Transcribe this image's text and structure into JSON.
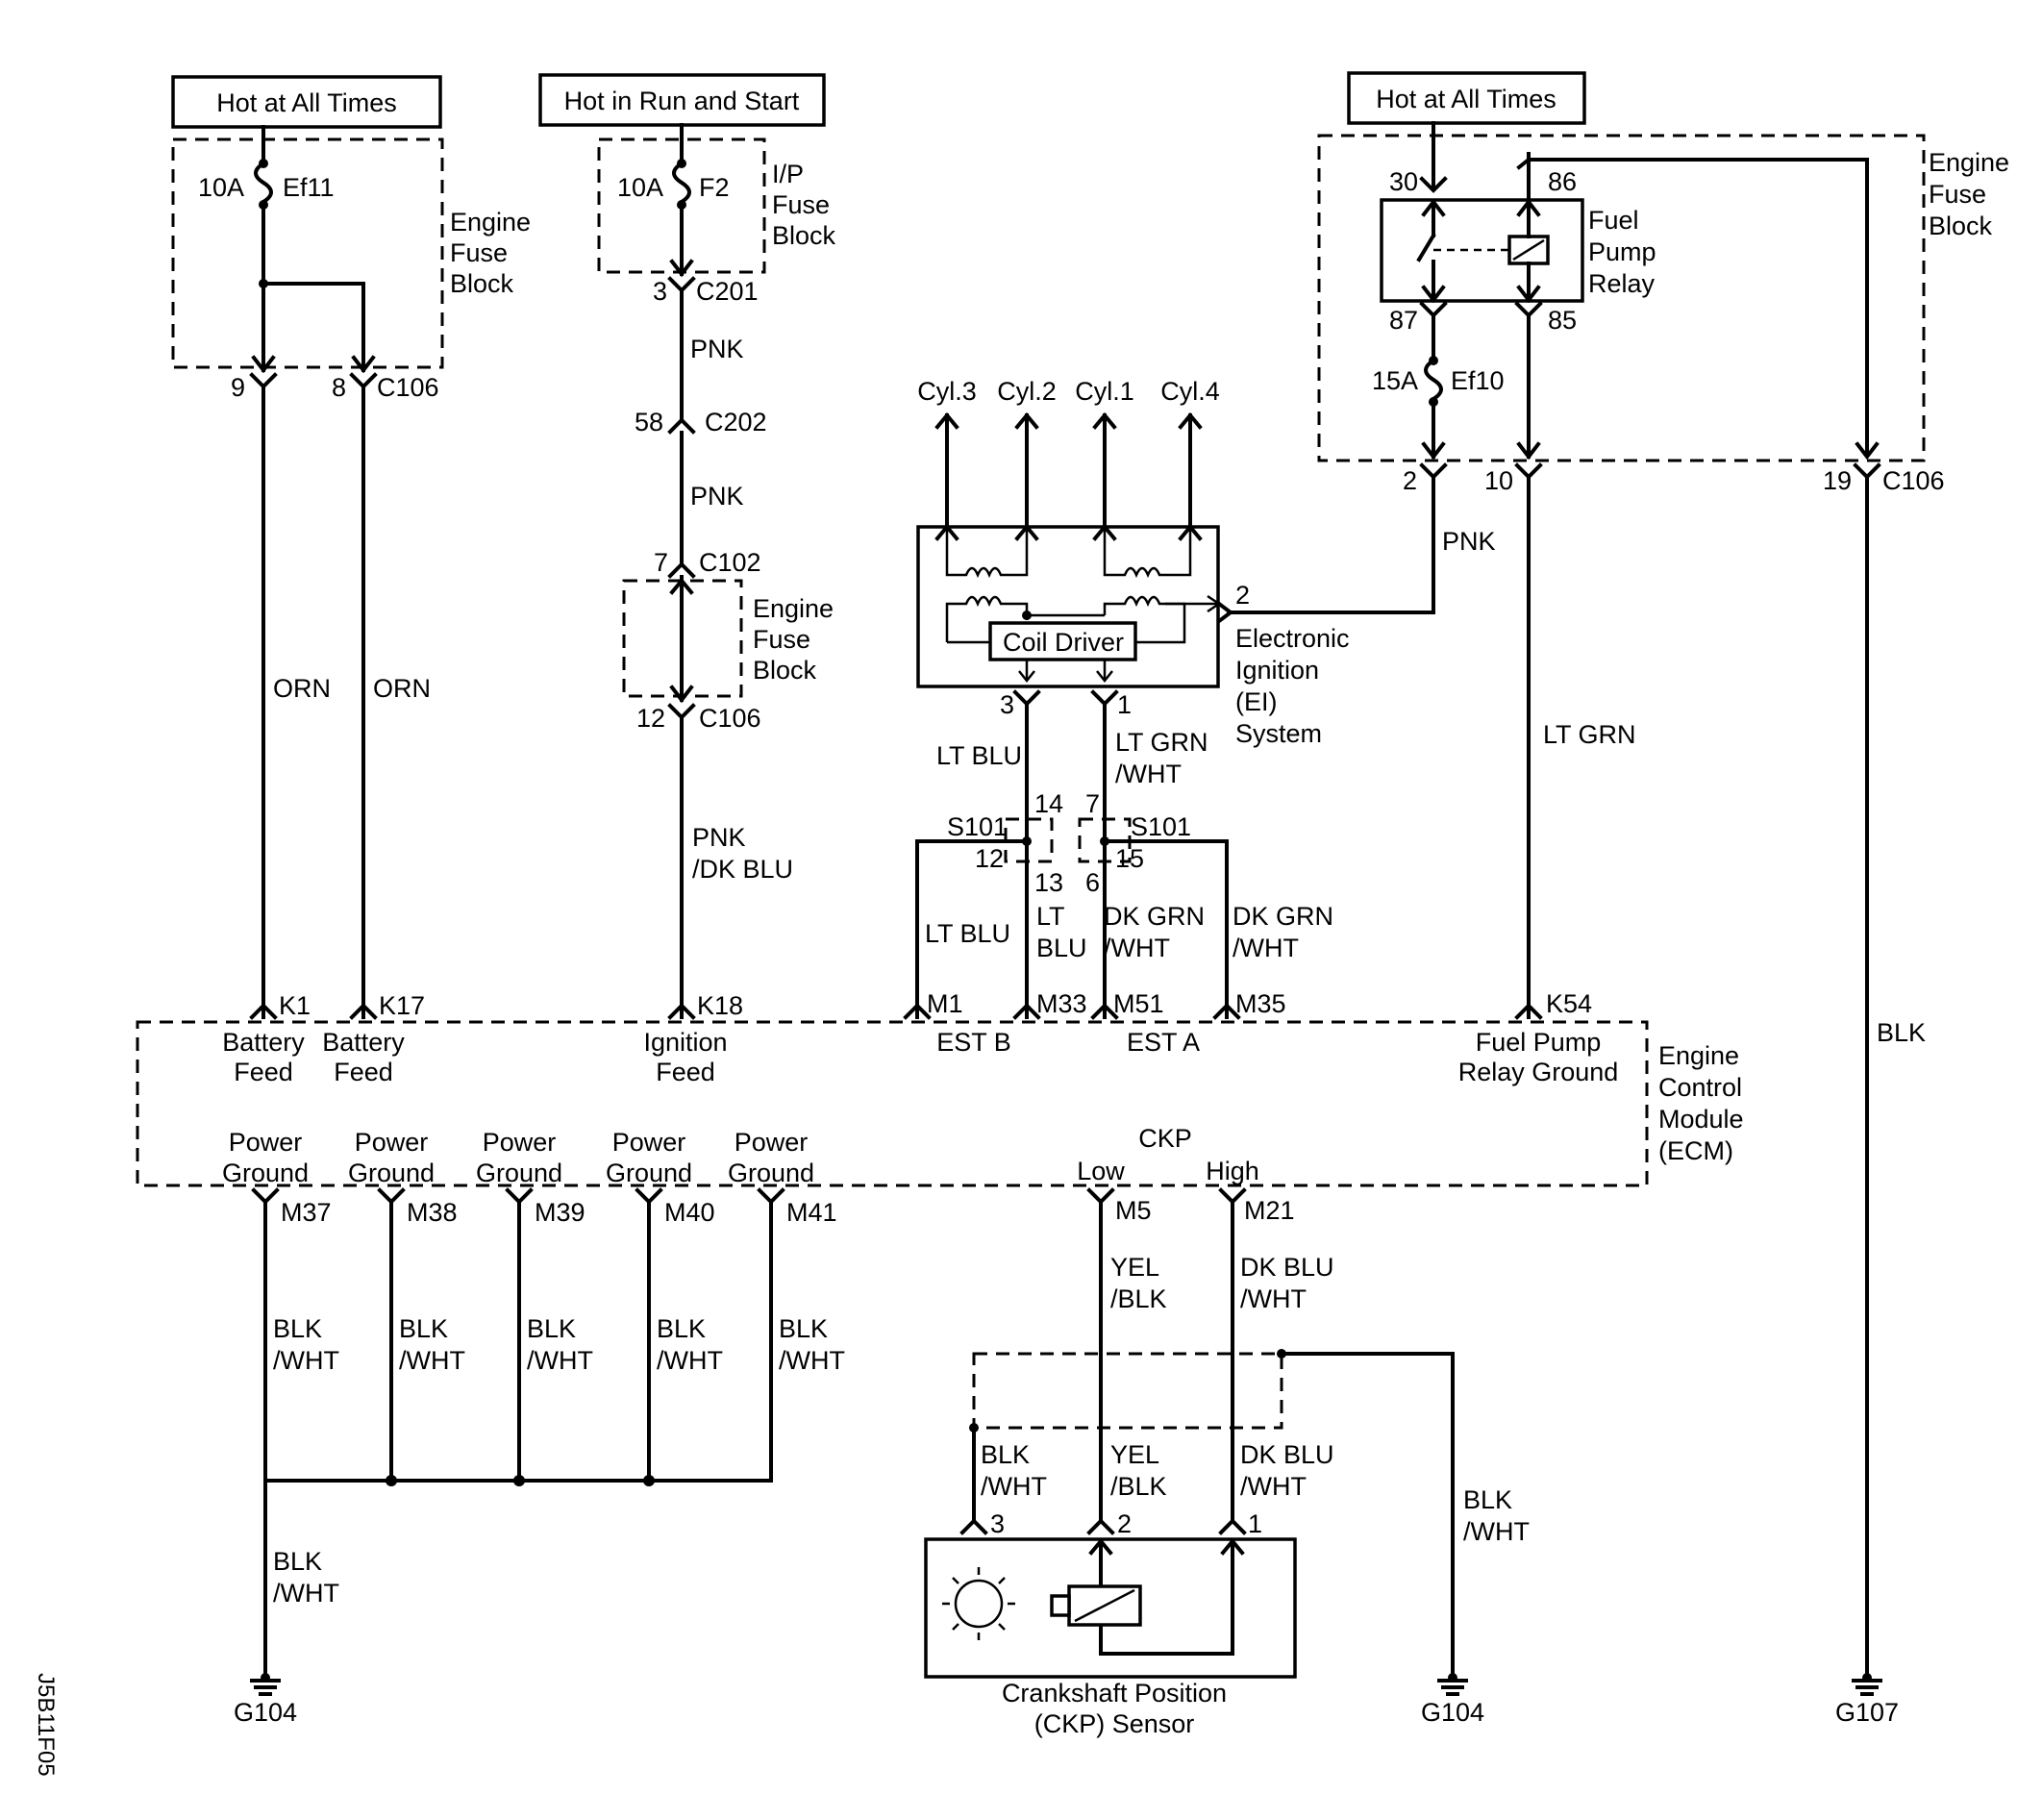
{
  "labels": {
    "hot_all_times_1": "Hot at All Times",
    "hot_run_start": "Hot in Run and Start",
    "hot_all_times_2": "Hot at All Times",
    "engine": "Engine",
    "fuse": "Fuse",
    "block": "Block",
    "ip": "I/P",
    "fuse_10a_1": "10A",
    "ef11": "Ef11",
    "fuse_10a_2": "10A",
    "f2": "F2",
    "fuse_15a": "15A",
    "ef10": "Ef10",
    "relay_30": "30",
    "relay_86": "86",
    "relay_87": "87",
    "relay_85": "85",
    "fuel": "Fuel",
    "pump": "Pump",
    "relay": "Relay",
    "pin_9": "9",
    "pin_8": "8",
    "c106": "C106",
    "pin_3_c201": "3",
    "c201": "C201",
    "pin_58": "58",
    "c202": "C202",
    "pin_7_c102": "7",
    "c102": "C102",
    "pin_12_c106": "12",
    "pin_2_c106": "2",
    "pin_10_c106": "10",
    "pin_19_c106": "19",
    "cyl3": "Cyl.3",
    "cyl2": "Cyl.2",
    "cyl1": "Cyl.1",
    "cyl4": "Cyl.4",
    "coil_driver": "Coil Driver",
    "ei_pin_2": "2",
    "ei_pin_3": "3",
    "ei_pin_1": "1",
    "electronic": "Electronic",
    "ignition": "Ignition",
    "ei": "(EI)",
    "system": "System",
    "pnk": "PNK",
    "orn": "ORN",
    "pnk_dk_blu_1": "PNK",
    "pnk_dk_blu_2": "/DK BLU",
    "lt_blu": "LT BLU",
    "lt_grn_wht_1": "LT GRN",
    "lt_grn_wht_2": "/WHT",
    "lt_grn": "LT GRN",
    "s101": "S101",
    "s101_14": "14",
    "s101_12": "12",
    "s101_13": "13",
    "s101_7": "7",
    "s101_15": "15",
    "s101_6": "6",
    "lt": "LT",
    "blu": "BLU",
    "dk_grn": "DK GRN",
    "wht": "/WHT",
    "blk": "BLK",
    "k1": "K1",
    "k17": "K17",
    "k18": "K18",
    "m1": "M1",
    "m33": "M33",
    "m51": "M51",
    "m35": "M35",
    "k54": "K54",
    "battery": "Battery",
    "feed": "Feed",
    "ignition_feed_1": "Ignition",
    "est_b": "EST B",
    "est_a": "EST A",
    "fuel_pump": "Fuel Pump",
    "relay_ground": "Relay Ground",
    "engine_ecm": "Engine",
    "control": "Control",
    "module": "Module",
    "ecm": "(ECM)",
    "power": "Power",
    "ground": "Ground",
    "ckp": "CKP",
    "low": "Low",
    "high": "High",
    "m37": "M37",
    "m38": "M38",
    "m39": "M39",
    "m40": "M40",
    "m41": "M41",
    "m5": "M5",
    "m21": "M21",
    "yel": "YEL",
    "slash_blk": "/BLK",
    "dk_blu": "DK BLU",
    "ckp_pin_3": "3",
    "ckp_pin_2": "2",
    "ckp_pin_1": "1",
    "ckp_sensor_1": "Crankshaft Position",
    "ckp_sensor_2": "(CKP) Sensor",
    "g104_1": "G104",
    "g104_2": "G104",
    "g107": "G107",
    "figure_code": "J5B11F05"
  }
}
